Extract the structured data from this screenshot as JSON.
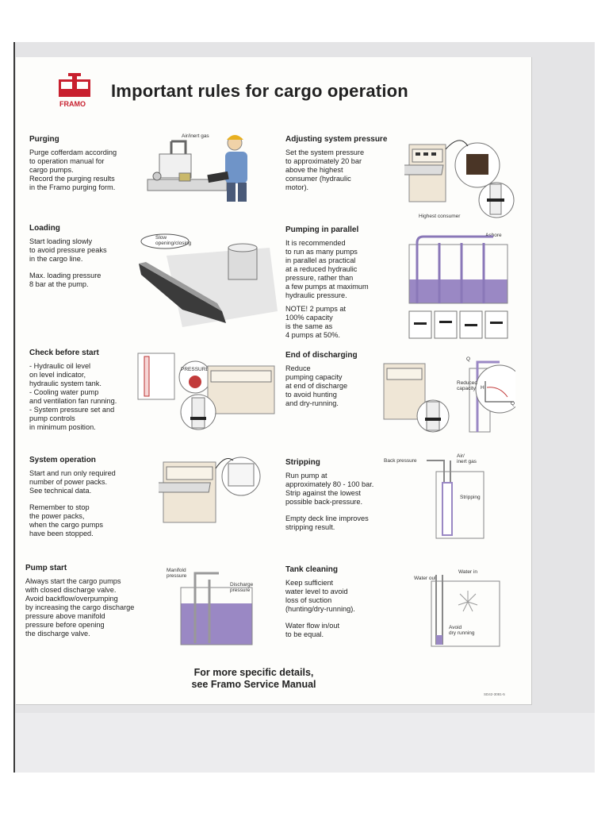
{
  "header": {
    "title": "Important rules for cargo operation",
    "logo_text": "FRAMO"
  },
  "sections": {
    "purging": {
      "heading": "Purging",
      "body": "Purge cofferdam according\nto operation manual for\ncargo pumps.\nRecord the purging results\nin the Framo purging form.",
      "labels": {
        "air": "Air/inert gas"
      }
    },
    "adjusting": {
      "heading": "Adjusting system pressure",
      "body": "Set the system pressure\nto approximately 20 bar\nabove the highest\nconsumer (hydraulic\nmotor).",
      "labels": {
        "highest": "Highest consumer"
      }
    },
    "loading": {
      "heading": "Loading",
      "body": "Start loading slowly\nto avoid pressure peaks\nin the cargo line.",
      "body2": "Max. loading pressure\n8 bar at the pump.",
      "labels": {
        "slow": "Slow\nopening/closing"
      }
    },
    "parallel": {
      "heading": "Pumping in parallel",
      "body": "It is recommended\nto run as many pumps\nin parallel as practical\nat a reduced hydraulic\npressure, rather than\na few pumps at maximum\nhydraulic pressure.",
      "note": "NOTE!  2 pumps at\n            100% capacity\n            is the same as\n            4 pumps at 50%.",
      "labels": {
        "ashore": "Ashore"
      }
    },
    "check": {
      "heading": "Check before start",
      "body": "- Hydraulic oil level\n   on level indicator,\n   hydraulic system tank.\n- Cooling water pump\n   and ventilation fan running.\n- System pressure set and\n   pump controls\n   in minimum position.",
      "labels": {
        "pset": "PRESSURE SET"
      }
    },
    "discharging": {
      "heading": "End of discharging",
      "body": "Reduce\npumping capacity\nat end of discharge\nto avoid hunting\nand dry-running.",
      "labels": {
        "qr": "Q",
        "reduced": "Reduced\ncapacity",
        "h": "H",
        "q": "Q"
      }
    },
    "sysop": {
      "heading": "System operation",
      "body": "Start and run only required\nnumber of power packs.\nSee technical data.",
      "body2": "Remember to stop\nthe power packs,\nwhen the cargo pumps\nhave been stopped."
    },
    "stripping": {
      "heading": "Stripping",
      "body": "Run pump at\napproximately 80 - 100 bar.\nStrip against the lowest\npossible back-pressure.",
      "body2": "Empty deck line improves\nstripping result.",
      "labels": {
        "back": "Back pressure",
        "air": "Air/\ninert gas",
        "strip": "Stripping"
      }
    },
    "pumpstart": {
      "heading": "Pump start",
      "body": "Always start the cargo pumps\nwith closed discharge valve.\nAvoid  backflow/overpumping\nby increasing the cargo discharge\npressure above manifold\npressure before opening\nthe discharge valve.",
      "labels": {
        "manifold": "Manifold\npressure",
        "discharge": "Discharge\npressure"
      }
    },
    "tank": {
      "heading": "Tank cleaning",
      "body": "Keep sufficient\nwater level to avoid\nloss of suction\n(hunting/dry-running).",
      "body2": "Water flow in/out\nto be equal.",
      "labels": {
        "win": "Water in",
        "wout": "Water out",
        "avoid": "Avoid\ndry running"
      }
    }
  },
  "footer": {
    "line1": "For more specific details,",
    "line2": "see Framo Service Manual",
    "code": "SD42-3081-5"
  },
  "colors": {
    "cargo": "#9a88c4",
    "logo_red": "#c8202e",
    "text": "#222222"
  }
}
